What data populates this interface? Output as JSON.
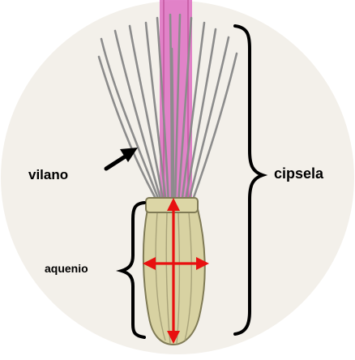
{
  "diagram": {
    "labels": {
      "vilano": "vilano",
      "cipsela": "cipsela",
      "aquenio": "aquenio"
    },
    "colors": {
      "background_disc": "#f3f0ea",
      "bristles": "#8c8c8c",
      "stem": "#dd6fc2",
      "achene_fill": "#d8d2a2",
      "achene_stroke": "#7f7a55",
      "arrows": "#e81010",
      "brackets": "#000000"
    },
    "icons": [
      "pointer-arrow-icon",
      "curly-brace-icon",
      "double-headed-arrow-icon"
    ]
  }
}
